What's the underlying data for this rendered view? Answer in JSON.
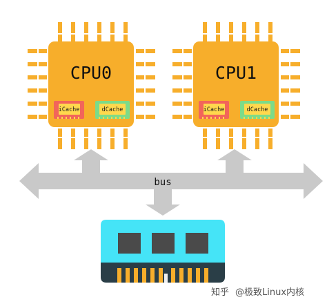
{
  "colors": {
    "chip_body": "#f7ae2b",
    "chip_pin": "#f7ae2b",
    "icache_outer": "#f2655a",
    "icache_inner": "#ffd84d",
    "dcache_outer": "#7ddb89",
    "dcache_inner": "#ffd84d",
    "cache_text": "#1a1a1a",
    "bus": "#c9c9c9",
    "memory_top": "#45e4f7",
    "memory_bottom": "#2a3e47",
    "memory_chip": "#4a4a4a",
    "memory_pin": "#f7ae2b",
    "memory_pin_stripe": "#f0f0f0",
    "label_text": "#111111",
    "watermark": "#555555"
  },
  "cpus": [
    {
      "name": "CPU0",
      "icache_label": "iCache",
      "dcache_label": "dCache"
    },
    {
      "name": "CPU1",
      "icache_label": "iCache",
      "dcache_label": "dCache"
    }
  ],
  "bus": {
    "label": "bus"
  },
  "memory": {
    "chip_count": 3,
    "pin_count": 11,
    "notch_after_pin": 6
  },
  "watermark": {
    "logo_text": "知乎",
    "handle": "@极致Linux内核"
  }
}
